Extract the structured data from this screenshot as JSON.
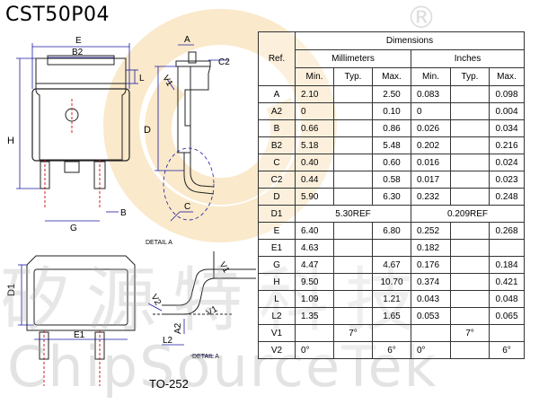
{
  "title": "CST50P04",
  "package": "TO-252",
  "watermark": {
    "cn": "矽源特科技",
    "en": "ChipSourceTek",
    "reg": "®"
  },
  "colors": {
    "line": "#222222",
    "dim": "#1a1aa0",
    "lead_red": "#d22020",
    "watermark_gold": "#f2c879"
  },
  "drawing_labels": {
    "E": "E",
    "B2": "B2",
    "L": "L",
    "H": "H",
    "B": "B",
    "G": "G",
    "A": "A",
    "C2": "C2",
    "V1": "V1",
    "D": "D",
    "C": "C",
    "detail": "DETAIL A",
    "D1": "D1",
    "E1": "E1",
    "V2": "V2",
    "A2": "A2",
    "L2": "L2",
    "detail2": "DETAIL A"
  },
  "table": {
    "header": {
      "ref": "Ref.",
      "dimensions": "Dimensions",
      "mm": "Millimeters",
      "inch": "Inches",
      "sub": [
        "Min.",
        "Typ.",
        "Max.",
        "Min.",
        "Typ.",
        "Max."
      ]
    },
    "rows": [
      {
        "ref": "A",
        "mm_min": "2.10",
        "mm_typ": "",
        "mm_max": "2.50",
        "in_min": "0.083",
        "in_typ": "",
        "in_max": "0.098"
      },
      {
        "ref": "A2",
        "mm_min": "0",
        "mm_typ": "",
        "mm_max": "0.10",
        "in_min": "0",
        "in_typ": "",
        "in_max": "0.004"
      },
      {
        "ref": "B",
        "mm_min": "0.66",
        "mm_typ": "",
        "mm_max": "0.86",
        "in_min": "0.026",
        "in_typ": "",
        "in_max": "0.034"
      },
      {
        "ref": "B2",
        "mm_min": "5.18",
        "mm_typ": "",
        "mm_max": "5.48",
        "in_min": "0.202",
        "in_typ": "",
        "in_max": "0.216"
      },
      {
        "ref": "C",
        "mm_min": "0.40",
        "mm_typ": "",
        "mm_max": "0.60",
        "in_min": "0.016",
        "in_typ": "",
        "in_max": "0.024"
      },
      {
        "ref": "C2",
        "mm_min": "0.44",
        "mm_typ": "",
        "mm_max": "0.58",
        "in_min": "0.017",
        "in_typ": "",
        "in_max": "0.023"
      },
      {
        "ref": "D",
        "mm_min": "5.90",
        "mm_typ": "",
        "mm_max": "6.30",
        "in_min": "0.232",
        "in_typ": "",
        "in_max": "0.248"
      },
      {
        "ref": "D1",
        "mm_ref": "5.30REF",
        "in_ref": "0.209REF"
      },
      {
        "ref": "E",
        "mm_min": "6.40",
        "mm_typ": "",
        "mm_max": "6.80",
        "in_min": "0.252",
        "in_typ": "",
        "in_max": "0.268"
      },
      {
        "ref": "E1",
        "mm_min": "4.63",
        "mm_typ": "",
        "mm_max": "",
        "in_min": "0.182",
        "in_typ": "",
        "in_max": ""
      },
      {
        "ref": "G",
        "mm_min": "4.47",
        "mm_typ": "",
        "mm_max": "4.67",
        "in_min": "0.176",
        "in_typ": "",
        "in_max": "0.184"
      },
      {
        "ref": "H",
        "mm_min": "9.50",
        "mm_typ": "",
        "mm_max": "10.70",
        "in_min": "0.374",
        "in_typ": "",
        "in_max": "0.421"
      },
      {
        "ref": "L",
        "mm_min": "1.09",
        "mm_typ": "",
        "mm_max": "1.21",
        "in_min": "0.043",
        "in_typ": "",
        "in_max": "0.048"
      },
      {
        "ref": "L2",
        "mm_min": "1.35",
        "mm_typ": "",
        "mm_max": "1.65",
        "in_min": "0.053",
        "in_typ": "",
        "in_max": "0.065"
      },
      {
        "ref": "V1",
        "mm_min": "",
        "mm_typ": "7°",
        "mm_max": "",
        "in_min": "",
        "in_typ": "7°",
        "in_max": ""
      },
      {
        "ref": "V2",
        "mm_min": "0°",
        "mm_typ": "",
        "mm_max": "6°",
        "in_min": "0°",
        "in_typ": "",
        "in_max": "6°"
      }
    ]
  }
}
